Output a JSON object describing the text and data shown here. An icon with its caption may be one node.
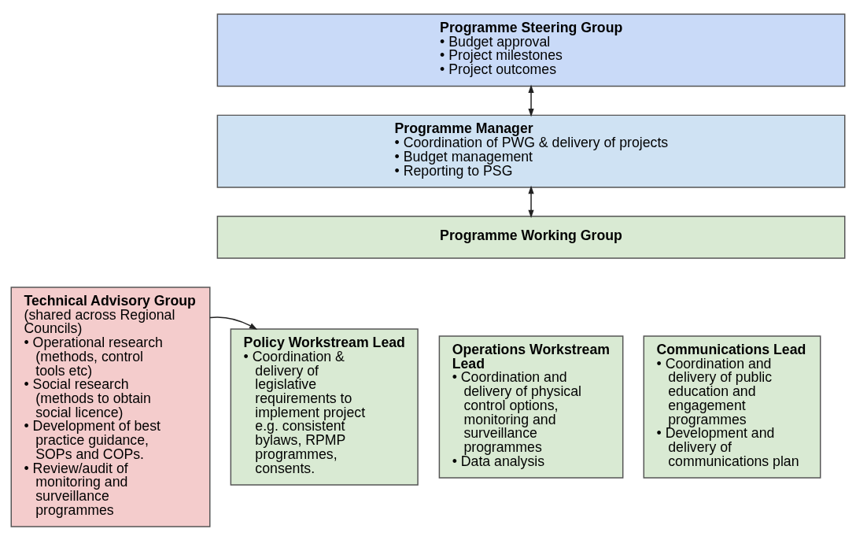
{
  "diagram": {
    "nodes": [
      {
        "text": [
          "Programme Steering Group",
          "• Budget approval",
          "• Project milestones",
          "• Project outcomes"
        ]
      },
      {
        "text": [
          "Programme Manager",
          "• Coordination of PWG & delivery of projects",
          "• Budget management",
          "• Reporting to PSG"
        ]
      },
      {
        "text": [
          "Technical Advisory Group",
          "(shared across Regional Councils)",
          "• Operational research (methods, control tools etc)",
          "• Social research (methods to obtain social licence)",
          "• Development of best practice guidance, SOPs and COPs.",
          "• Review/audit of monitoring and surveillance programmes"
        ]
      },
      {
        "text": [
          "Programme Working Group"
        ]
      },
      {
        "text": [
          "Policy Workstream Lead",
          "• Coordination & delivery of legislative requirements to implement project e.g. consistent bylaws, RPMP programmes, consents."
        ]
      },
      {
        "text": [
          "Operations Workstream Lead",
          "• Coordination and delivery of physical control options, monitoring and surveillance programmes",
          "• Data analysis"
        ]
      },
      {
        "text": [
          "Communications Lead",
          "• Coordination and delivery of public education and engagement programmes",
          "• Development and delivery of communications plan"
        ]
      }
    ],
    "edges": [
      {
        "from": 0,
        "to": 1,
        "arrow": "both"
      },
      {
        "from": 1,
        "to": 3,
        "arrow": "both"
      },
      {
        "from": 2,
        "to": 4,
        "arrow": "to"
      }
    ]
  }
}
